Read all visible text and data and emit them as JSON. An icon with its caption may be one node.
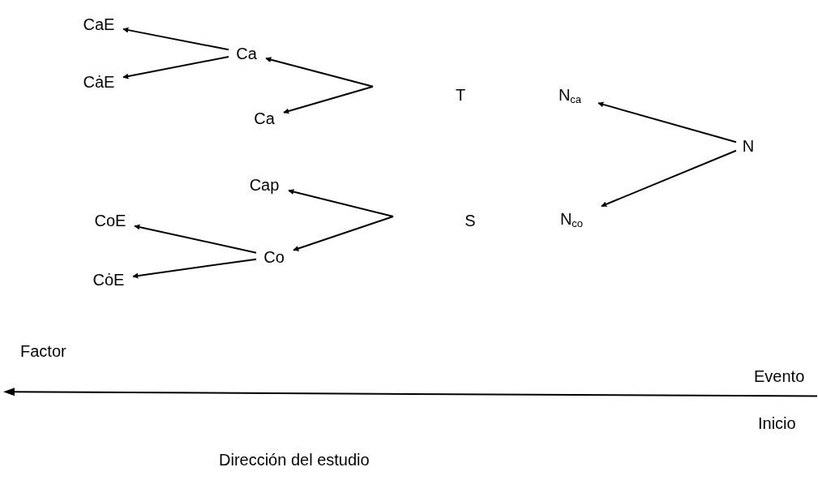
{
  "diagram": {
    "nodes": [
      {
        "text": [
          "CaE"
        ]
      },
      {
        "text": [
          "Ca"
        ]
      },
      {
        "text": [
          "CȧE"
        ]
      },
      {
        "text": [
          "Ca"
        ]
      },
      {
        "text": [
          "T"
        ]
      },
      {
        "text": [
          "N$_{ca}$"
        ]
      },
      {
        "text": [
          "N"
        ]
      },
      {
        "text": [
          "Cap"
        ]
      },
      {
        "text": [
          "CoE"
        ]
      },
      {
        "text": [
          "S"
        ]
      },
      {
        "text": [
          "N$_{co}$"
        ]
      },
      {
        "text": [
          "Co"
        ]
      },
      {
        "text": [
          "CȯE"
        ]
      }
    ],
    "edges": [
      {
        "from": 1,
        "to": 0,
        "arrow": "to"
      },
      {
        "from": 1,
        "to": 2,
        "arrow": "to"
      },
      {
        "from": null,
        "to": 1,
        "arrow": "to"
      },
      {
        "from": null,
        "to": 3,
        "arrow": "to"
      },
      {
        "from": 6,
        "to": 5,
        "arrow": "to"
      },
      {
        "from": 6,
        "to": 10,
        "arrow": "to"
      },
      {
        "from": null,
        "to": 7,
        "arrow": "to"
      },
      {
        "from": null,
        "to": 11,
        "arrow": "to"
      },
      {
        "from": 11,
        "to": 8,
        "arrow": "to"
      },
      {
        "from": 11,
        "to": 12,
        "arrow": "to"
      }
    ],
    "labels": [
      "Factor",
      "Evento",
      "Inicio",
      "Dirección del estudio"
    ]
  }
}
